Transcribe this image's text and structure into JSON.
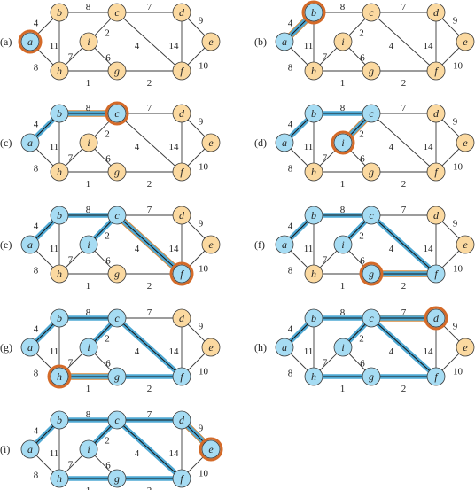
{
  "vertices": [
    "a",
    "b",
    "c",
    "d",
    "e",
    "f",
    "g",
    "h",
    "i"
  ],
  "edges": [
    {
      "u": "a",
      "v": "b",
      "w": "4"
    },
    {
      "u": "a",
      "v": "h",
      "w": "8"
    },
    {
      "u": "b",
      "v": "c",
      "w": "8"
    },
    {
      "u": "b",
      "v": "h",
      "w": "11"
    },
    {
      "u": "c",
      "v": "d",
      "w": "7"
    },
    {
      "u": "c",
      "v": "i",
      "w": "2"
    },
    {
      "u": "c",
      "v": "f",
      "w": "4"
    },
    {
      "u": "d",
      "v": "e",
      "w": "9"
    },
    {
      "u": "d",
      "v": "f",
      "w": "14"
    },
    {
      "u": "e",
      "v": "f",
      "w": "10"
    },
    {
      "u": "f",
      "v": "g",
      "w": "2"
    },
    {
      "u": "g",
      "v": "h",
      "w": "1"
    },
    {
      "u": "g",
      "v": "i",
      "w": "6"
    },
    {
      "u": "h",
      "v": "i",
      "w": "7"
    }
  ],
  "panels": [
    {
      "label": "(a)",
      "tree_vertices": [
        "a"
      ],
      "tree_edges": [],
      "new_vertex": "a",
      "new_edge": null
    },
    {
      "label": "(b)",
      "tree_vertices": [
        "a",
        "b"
      ],
      "tree_edges": [
        [
          "a",
          "b"
        ]
      ],
      "new_vertex": "b",
      "new_edge": [
        "a",
        "b"
      ]
    },
    {
      "label": "(c)",
      "tree_vertices": [
        "a",
        "b",
        "c"
      ],
      "tree_edges": [
        [
          "a",
          "b"
        ],
        [
          "b",
          "c"
        ]
      ],
      "new_vertex": "c",
      "new_edge": [
        "b",
        "c"
      ]
    },
    {
      "label": "(d)",
      "tree_vertices": [
        "a",
        "b",
        "c",
        "i"
      ],
      "tree_edges": [
        [
          "a",
          "b"
        ],
        [
          "b",
          "c"
        ],
        [
          "c",
          "i"
        ]
      ],
      "new_vertex": "i",
      "new_edge": [
        "c",
        "i"
      ]
    },
    {
      "label": "(e)",
      "tree_vertices": [
        "a",
        "b",
        "c",
        "i",
        "f"
      ],
      "tree_edges": [
        [
          "a",
          "b"
        ],
        [
          "b",
          "c"
        ],
        [
          "c",
          "i"
        ],
        [
          "c",
          "f"
        ]
      ],
      "new_vertex": "f",
      "new_edge": [
        "c",
        "f"
      ]
    },
    {
      "label": "(f)",
      "tree_vertices": [
        "a",
        "b",
        "c",
        "i",
        "f",
        "g"
      ],
      "tree_edges": [
        [
          "a",
          "b"
        ],
        [
          "b",
          "c"
        ],
        [
          "c",
          "i"
        ],
        [
          "c",
          "f"
        ],
        [
          "f",
          "g"
        ]
      ],
      "new_vertex": "g",
      "new_edge": [
        "f",
        "g"
      ]
    },
    {
      "label": "(g)",
      "tree_vertices": [
        "a",
        "b",
        "c",
        "i",
        "f",
        "g",
        "h"
      ],
      "tree_edges": [
        [
          "a",
          "b"
        ],
        [
          "b",
          "c"
        ],
        [
          "c",
          "i"
        ],
        [
          "c",
          "f"
        ],
        [
          "f",
          "g"
        ],
        [
          "g",
          "h"
        ]
      ],
      "new_vertex": "h",
      "new_edge": [
        "g",
        "h"
      ]
    },
    {
      "label": "(h)",
      "tree_vertices": [
        "a",
        "b",
        "c",
        "i",
        "f",
        "g",
        "h",
        "d"
      ],
      "tree_edges": [
        [
          "a",
          "b"
        ],
        [
          "b",
          "c"
        ],
        [
          "c",
          "i"
        ],
        [
          "c",
          "f"
        ],
        [
          "f",
          "g"
        ],
        [
          "g",
          "h"
        ],
        [
          "c",
          "d"
        ]
      ],
      "new_vertex": "d",
      "new_edge": [
        "c",
        "d"
      ]
    },
    {
      "label": "(i)",
      "tree_vertices": [
        "a",
        "b",
        "c",
        "i",
        "f",
        "g",
        "h",
        "d",
        "e"
      ],
      "tree_edges": [
        [
          "a",
          "b"
        ],
        [
          "b",
          "c"
        ],
        [
          "c",
          "i"
        ],
        [
          "c",
          "f"
        ],
        [
          "f",
          "g"
        ],
        [
          "g",
          "h"
        ],
        [
          "c",
          "d"
        ],
        [
          "d",
          "e"
        ]
      ],
      "new_vertex": "e",
      "new_edge": [
        "d",
        "e"
      ]
    }
  ],
  "colors": {
    "tree_vertex": "#a6dcf3",
    "other_vertex": "#fbd9a0",
    "tree_edge_highlight": "#4fa9d4",
    "new_highlight": "#d98a3d"
  }
}
